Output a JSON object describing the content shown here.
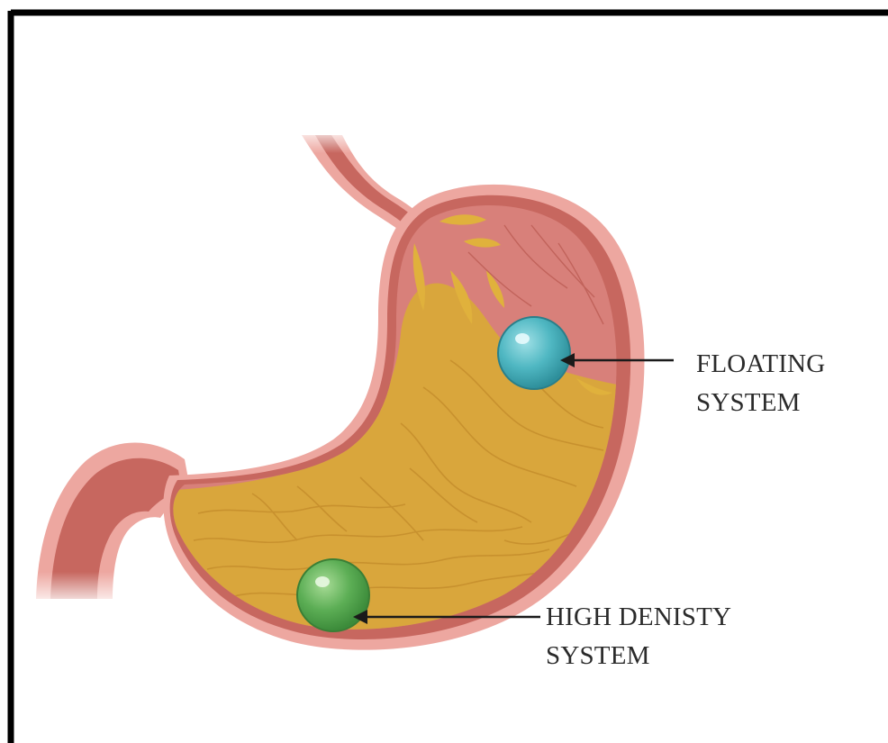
{
  "labels": {
    "floating": {
      "line1": "FLOATING",
      "line2": "SYSTEM"
    },
    "high_density": {
      "line1": "HIGH DENISTY",
      "line2": "SYSTEM"
    }
  },
  "colors": {
    "frame_border": "#000000",
    "stomach_outer_wall": "#eda7a0",
    "stomach_inner_wall": "#c7675f",
    "stomach_mucosa": "#d8807a",
    "gastric_contents": "#d9a63c",
    "gastric_fold_lines": "#c28a2a",
    "floating_bead": "#4fb7c2",
    "floating_bead_shade": "#2e8f9b",
    "dense_bead": "#5cae55",
    "dense_bead_shade": "#3c8b3a",
    "arrow": "#1a1a1a"
  },
  "icons": {
    "floating_bead": "sphere-icon",
    "dense_bead": "sphere-icon"
  }
}
